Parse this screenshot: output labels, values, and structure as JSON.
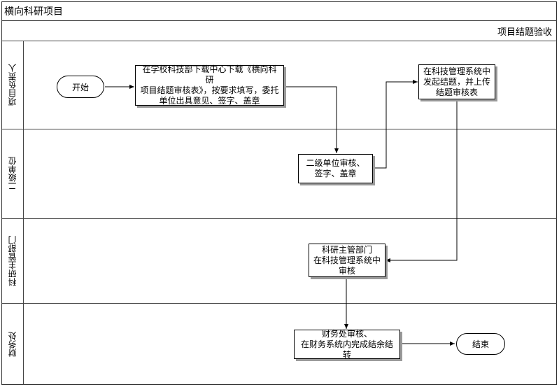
{
  "diagram": {
    "title": "横向科研项目",
    "phase": "项目结题验收",
    "lanes": [
      {
        "id": "lane-1",
        "label": "项目负责人"
      },
      {
        "id": "lane-2",
        "label": "二级单位"
      },
      {
        "id": "lane-3",
        "label": "科研主管部门"
      },
      {
        "id": "lane-4",
        "label": "财务处"
      }
    ],
    "nodes": {
      "start": "开始",
      "download": "在学校科技部下载中心下载《横向科研\n项目结题审核表》，按要求填写，委托\n单位出具意见、签字、盖章",
      "initiate": "在科技管理系统中\n发起结题，并上传\n结题审核表",
      "unit_review": "二级单位审核、\n签字、盖章",
      "research_review": "科研主管部门\n在科技管理系统中\n审核",
      "finance": "财务处审核、\n在财务系统内完成结余结转",
      "end": "结束"
    },
    "colors": {
      "line": "#000000",
      "shadow": "#9a9a9a"
    }
  }
}
